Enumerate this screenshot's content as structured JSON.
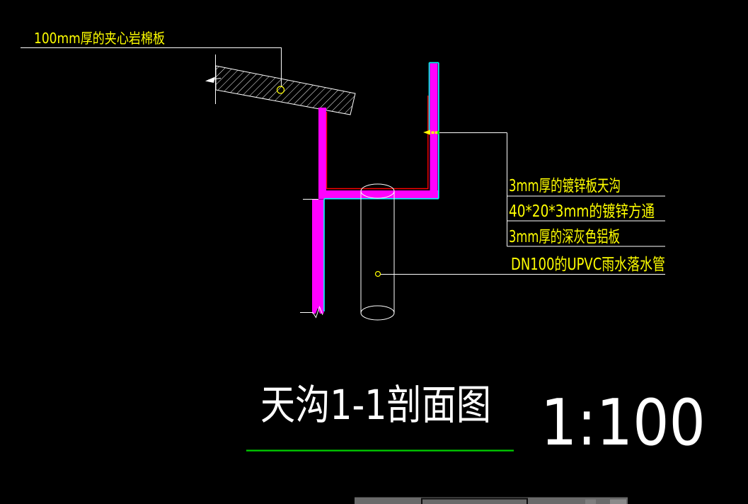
{
  "window": {
    "description": "CAD section-detail drawing on black model-space background with a partially visible gray taskbar fragment at bottom"
  },
  "colors": {
    "background": "#000000",
    "gutter_fill": "#FF00FF",
    "gutter_outline": "#00FFFF",
    "gutter_inner_line": "#FF0000",
    "annotation_text": "#FFFF00",
    "drawing_lines": "#FFFFFF",
    "leader_arrow": "#FFFF00",
    "leader_tick": "#00FF00",
    "title_underline": "#00D000",
    "taskbar_gray": "#6A6A6A"
  },
  "labels": {
    "roof_panel": "100mm厚的夹心岩棉板",
    "callout_gutter": "3mm厚的镀锌板天沟",
    "callout_square_tube": "40*20*3mm的镀锌方通",
    "callout_aluminum_plate": "3mm厚的深灰色铝板",
    "callout_downpipe": "DN100的UPVC雨水落水管"
  },
  "title": {
    "text": "天沟1-1剖面图",
    "scale": "1:100"
  }
}
